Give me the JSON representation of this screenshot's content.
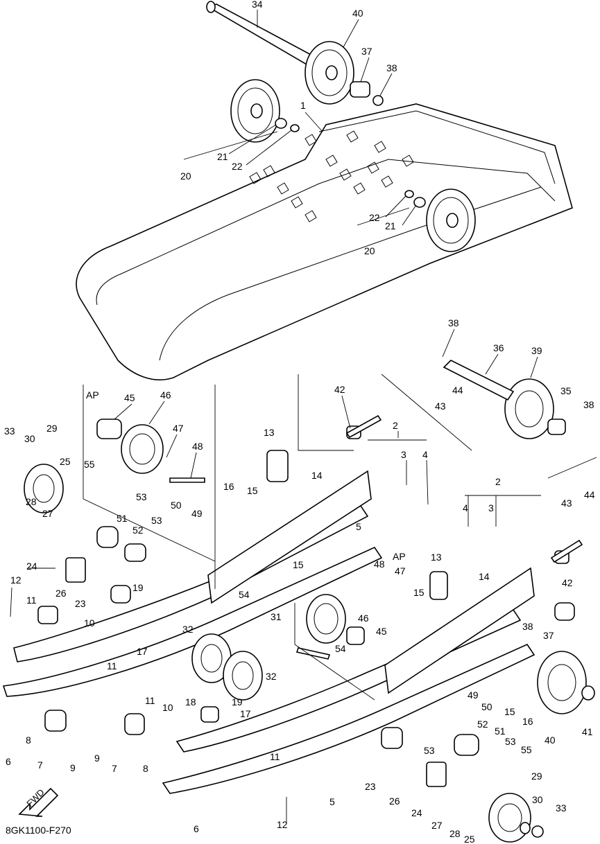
{
  "diagram": {
    "code": "8GK1100-F270",
    "fwd_label": "FWD",
    "ap_label": "AP",
    "callouts": [
      "1",
      "2",
      "3",
      "4",
      "5",
      "6",
      "7",
      "8",
      "9",
      "10",
      "11",
      "12",
      "13",
      "14",
      "15",
      "16",
      "17",
      "18",
      "19",
      "20",
      "21",
      "22",
      "23",
      "24",
      "25",
      "26",
      "27",
      "28",
      "29",
      "30",
      "31",
      "32",
      "33",
      "34",
      "35",
      "36",
      "37",
      "38",
      "39",
      "40",
      "41",
      "42",
      "43",
      "44",
      "45",
      "46",
      "47",
      "48",
      "49",
      "50",
      "51",
      "52",
      "53",
      "54",
      "55"
    ]
  }
}
